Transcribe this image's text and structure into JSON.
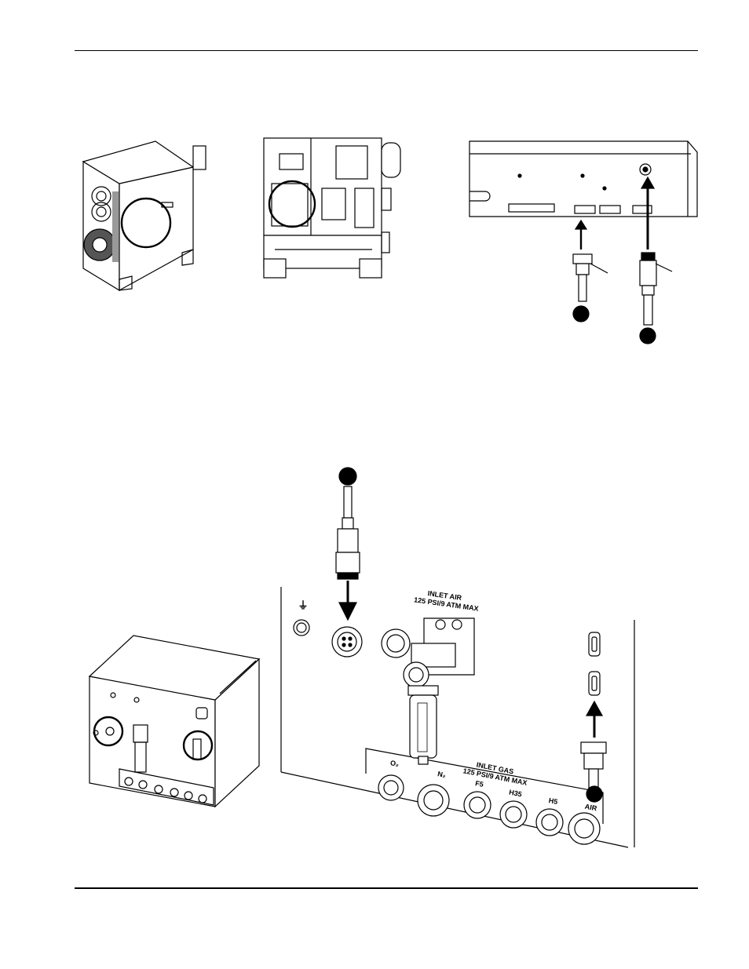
{
  "panel_labels": {
    "ground_symbol": "⏚",
    "inlet_air_title": "INLET AIR",
    "inlet_air_rating": "125 PSI/9 ATM MAX",
    "inlet_gas_title": "INLET GAS",
    "inlet_gas_rating": "125 PSI/9 ATM MAX",
    "port_o2": "O₂",
    "port_n2": "N₂",
    "port_f5": "F5",
    "port_h35": "H35",
    "port_h5": "H5",
    "port_air": "AIR"
  }
}
